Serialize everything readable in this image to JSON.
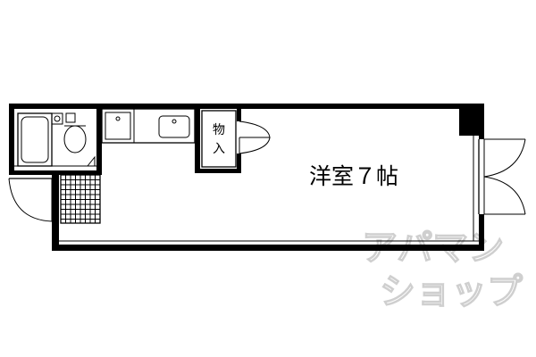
{
  "floorplan": {
    "room_label": "洋室７帖",
    "storage_label_line1": "物",
    "storage_label_line2": "入"
  },
  "watermark": {
    "line1": "アパマン",
    "line2": "ショップ",
    "color": "#cfcfcf"
  },
  "colors": {
    "wall": "#000000",
    "background": "#ffffff"
  }
}
